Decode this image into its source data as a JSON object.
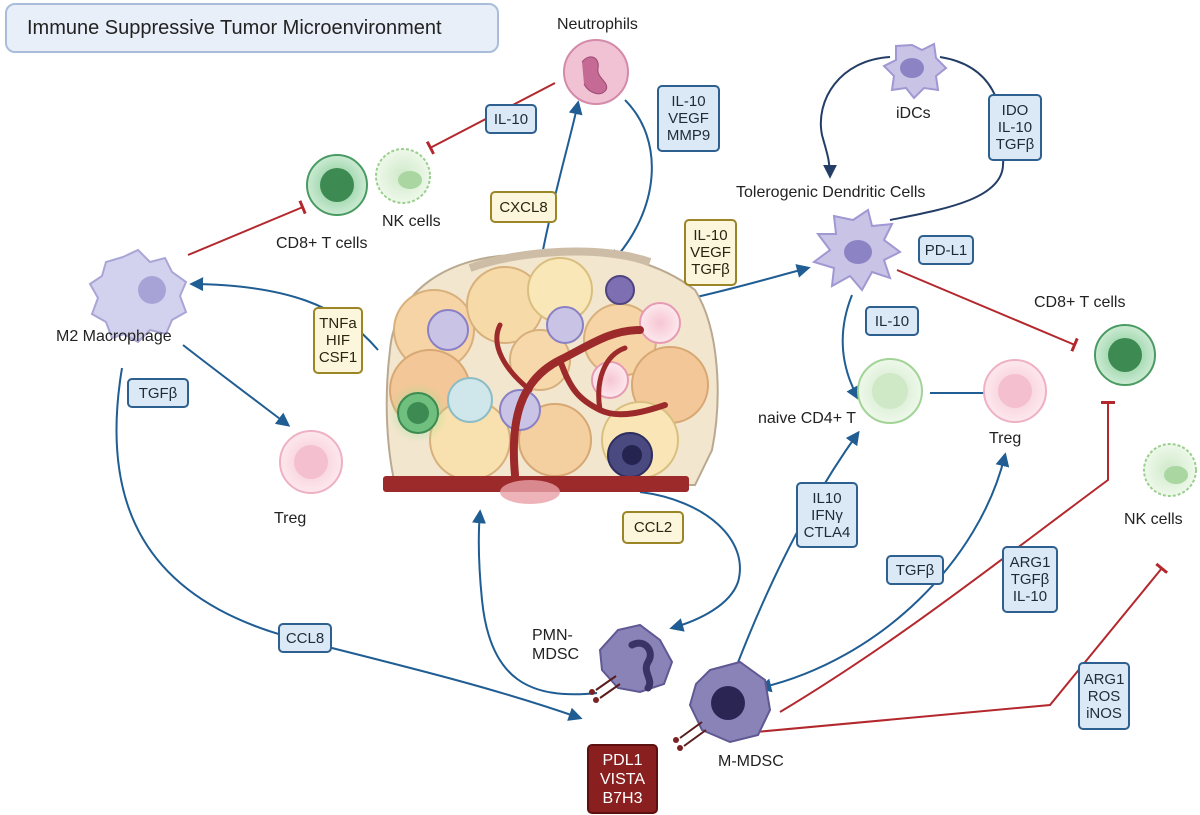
{
  "title": "Immune Suppressive Tumor Microenvironment",
  "cells": {
    "neutrophils": "Neutrophils",
    "nk_top": "NK cells",
    "cd8_left": "CD8+ T cells",
    "m2_macrophage": "M2 Macrophage",
    "treg_left": "Treg",
    "idcs": "iDCs",
    "tolerogenic_dc": "Tolerogenic Dendritic Cells",
    "cd8_right": "CD8+ T cells",
    "naive_cd4": "naive CD4+ T",
    "treg_right": "Treg",
    "nk_right": "NK cells",
    "pmn_mdsc": [
      "PMN-",
      "MDSC"
    ],
    "m_mdsc": "M-MDSC"
  },
  "labels": {
    "il10_neutro": [
      "IL-10"
    ],
    "neutro_secrete": [
      "IL-10",
      "VEGF",
      "MMP9"
    ],
    "cxcl8": [
      "CXCL8"
    ],
    "tumor_to_dc": [
      "IL-10",
      "VEGF",
      "TGFβ"
    ],
    "idc_secrete": [
      "IDO",
      "IL-10",
      "TGFβ"
    ],
    "pdl1": [
      "PD-L1"
    ],
    "il10_dc": [
      "IL-10"
    ],
    "macrophage_signals": [
      "TNFa",
      "HIF",
      "CSF1"
    ],
    "tgfb_macro": [
      "TGFβ"
    ],
    "ccl8": [
      "CCL8"
    ],
    "ccl2": [
      "CCL2"
    ],
    "cd4_signals": [
      "IL10",
      "IFNγ",
      "CTLA4"
    ],
    "tgfb_mmdsc": [
      "TGFβ"
    ],
    "arg1_tgfb": [
      "ARG1",
      "TGFβ",
      "IL-10"
    ],
    "arg1_ros": [
      "ARG1",
      "ROS",
      "iNOS"
    ],
    "checkpoints": [
      "PDL1",
      "VISTA",
      "B7H3"
    ]
  },
  "colors": {
    "activate_arrow": "#1f5d93",
    "inhibit_arrow": "#b3282d",
    "dc_arrow": "#243d66",
    "tumor_cell": "#f6d8a0",
    "vessel": "#9c2a2a"
  }
}
